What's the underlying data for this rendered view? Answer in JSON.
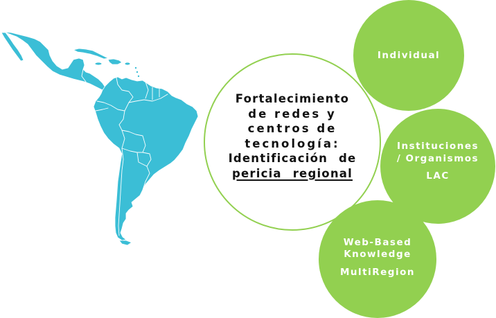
{
  "colors": {
    "background": "#ffffff",
    "map_fill": "#3bbed6",
    "node_fill": "#92d050",
    "center_border": "#92d050",
    "center_text": "#111111",
    "node_text": "#ffffff"
  },
  "map": {
    "icon": "latin-america-map"
  },
  "center_topic": {
    "lines": [
      "Fortalecimiento",
      "de redes y",
      "centros de",
      "tecnología:",
      "Identificación de"
    ],
    "underlined_line": "pericia regional"
  },
  "nodes": [
    {
      "lines": [
        "Individual"
      ]
    },
    {
      "lines": [
        "Instituciones",
        "/ Organismos"
      ],
      "sub": "LAC"
    },
    {
      "lines": [
        "Web-Based",
        "Knowledge"
      ],
      "sub": "MultiRegion"
    }
  ]
}
